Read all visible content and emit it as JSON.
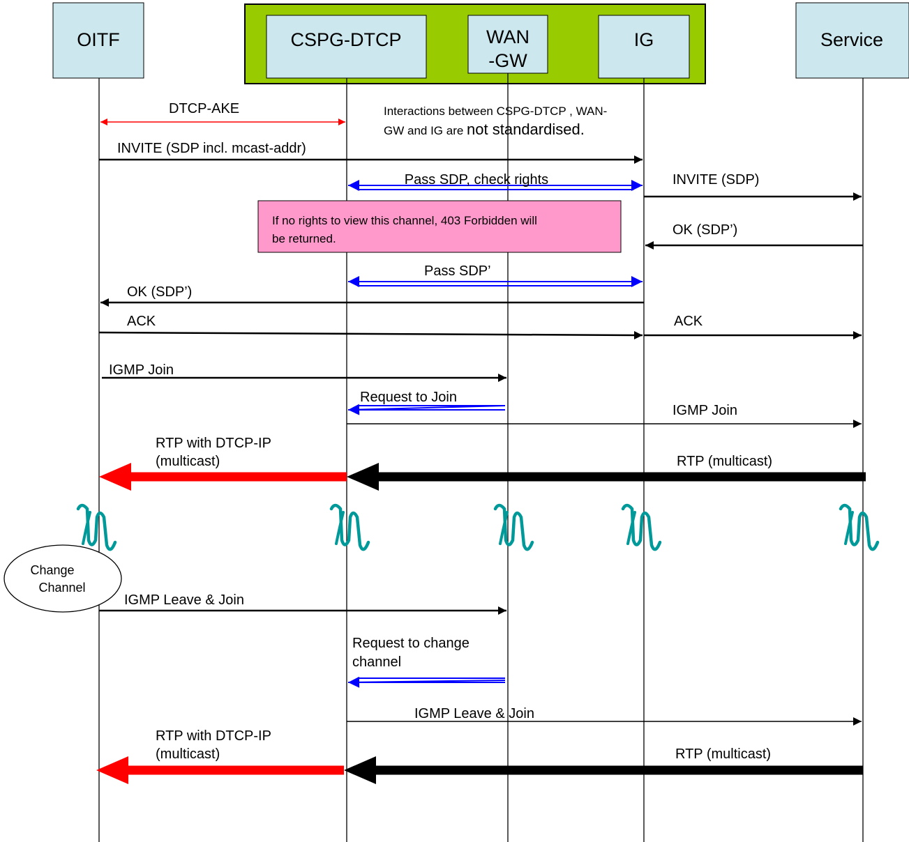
{
  "participants": {
    "oitf": "OITF",
    "cspg": "CSPG-DTCP",
    "wan_line1": "WAN",
    "wan_line2": "-GW",
    "ig": "IG",
    "service": "Service"
  },
  "colors": {
    "participant_fill": "#cce8ee",
    "group_fill": "#99cc00",
    "note_fill": "#ff99cc",
    "red": "#ff0000",
    "blue": "#0000ff",
    "teal": "#009999"
  },
  "notes": {
    "interactions_line1": "Interactions between CSPG-DTCP , WAN-",
    "interactions_line2_a": "GW and IG are ",
    "interactions_line2_b": "not standardised.",
    "forbidden_line1": "If no rights to view this channel, 403 Forbidden will",
    "forbidden_line2": "be returned.",
    "change_channel_line1": "Change",
    "change_channel_line2": "Channel"
  },
  "messages": {
    "dtcp_ake": "DTCP-AKE",
    "invite_sdp_mcast": "INVITE (SDP incl. mcast-addr)",
    "pass_sdp_check": "Pass SDP, check rights",
    "invite_sdp": "INVITE (SDP)",
    "ok_sdp_prime_service": "OK (SDP’)",
    "pass_sdp_prime": "Pass SDP’",
    "ok_sdp_prime_oitf": "OK (SDP’)",
    "ack_oitf": "ACK",
    "ack_ig": "ACK",
    "igmp_join_oitf": "IGMP Join",
    "request_to_join": "Request to Join",
    "igmp_join_cspg": "IGMP Join",
    "rtp_dtcp_1_line1": "RTP with DTCP-IP",
    "rtp_dtcp_1_line2": "(multicast)",
    "rtp_multicast_1": "RTP (multicast)",
    "igmp_leave_join_oitf": "IGMP Leave & Join",
    "request_change_line1": "Request to change",
    "request_change_line2": "channel",
    "igmp_leave_join_cspg": "IGMP Leave & Join",
    "rtp_dtcp_2_line1": "RTP with DTCP-IP",
    "rtp_dtcp_2_line2": "(multicast)",
    "rtp_multicast_2": "RTP (multicast)"
  }
}
